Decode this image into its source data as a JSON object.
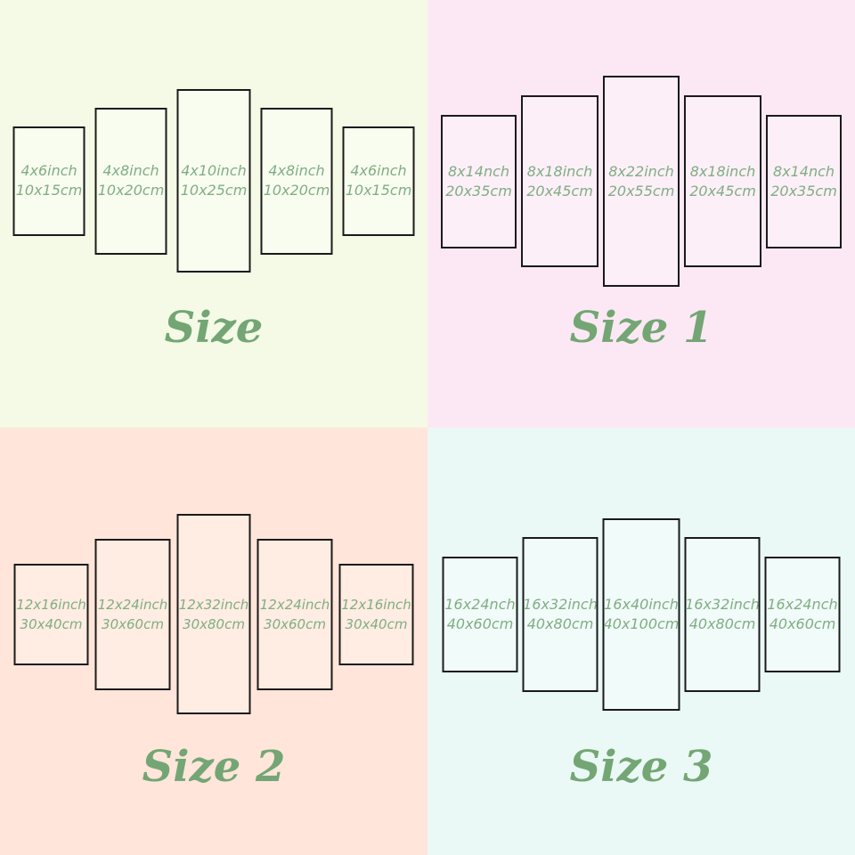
{
  "quadrants": [
    {
      "title": "Size",
      "bg": "#f4fae5",
      "panel_bg": "#f9fdef",
      "panels": [
        {
          "line1": "4x6inch",
          "line2": "10x15cm"
        },
        {
          "line1": "4x8inch",
          "line2": "10x20cm"
        },
        {
          "line1": "4x10inch",
          "line2": "10x25cm"
        },
        {
          "line1": "4x8inch",
          "line2": "10x20cm"
        },
        {
          "line1": "4x6inch",
          "line2": "10x15cm"
        }
      ]
    },
    {
      "title": "Size 1",
      "bg": "#fce8f4",
      "panel_bg": "#fdeff8",
      "panels": [
        {
          "line1": "8x14nch",
          "line2": "20x35cm"
        },
        {
          "line1": "8x18inch",
          "line2": "20x45cm"
        },
        {
          "line1": "8x22inch",
          "line2": "20x55cm"
        },
        {
          "line1": "8x18inch",
          "line2": "20x45cm"
        },
        {
          "line1": "8x14nch",
          "line2": "20x35cm"
        }
      ]
    },
    {
      "title": "Size 2",
      "bg": "#ffe5da",
      "panel_bg": "#ffece2",
      "panels": [
        {
          "line1": "12x16inch",
          "line2": "30x40cm"
        },
        {
          "line1": "12x24inch",
          "line2": "30x60cm"
        },
        {
          "line1": "12x32inch",
          "line2": "30x80cm"
        },
        {
          "line1": "12x24inch",
          "line2": "30x60cm"
        },
        {
          "line1": "12x16inch",
          "line2": "30x40cm"
        }
      ]
    },
    {
      "title": "Size 3",
      "bg": "#eaf8f6",
      "panel_bg": "#f1fbf9",
      "panels": [
        {
          "line1": "16x24nch",
          "line2": "40x60cm"
        },
        {
          "line1": "16x32inch",
          "line2": "40x80cm"
        },
        {
          "line1": "16x40inch",
          "line2": "40x100cm"
        },
        {
          "line1": "16x32inch",
          "line2": "40x80cm"
        },
        {
          "line1": "16x24nch",
          "line2": "40x60cm"
        }
      ]
    }
  ],
  "colors": {
    "panel_text": "#7fae83",
    "title_text": "#73a674",
    "panel_border": "#1a1a1a"
  }
}
